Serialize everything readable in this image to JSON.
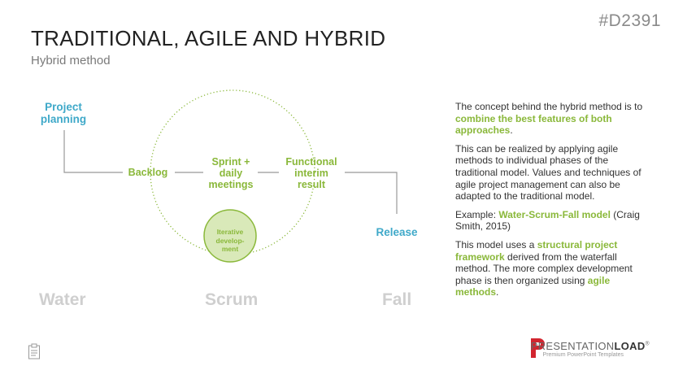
{
  "doc_id": "#D2391",
  "title": "TRADITIONAL, AGILE AND HYBRID",
  "subtitle": "Hybrid method",
  "diagram": {
    "project_planning": "Project\nplanning",
    "backlog": "Backlog",
    "sprint": "Sprint +\ndaily\nmeetings",
    "functional": "Functional\ninterim\nresult",
    "iterative": "Iterative\ndevelop-\nment",
    "release": "Release",
    "water": "Water",
    "scrum": "Scrum",
    "fall": "Fall"
  },
  "description": {
    "p1_a": "The concept behind the hybrid method is to ",
    "p1_hl": "combine the best features of both approaches",
    "p1_b": ".",
    "p2": "This can be realized by applying agile methods to individual phases of the traditional model. Values and techniques of agile project management can also be adapted to the traditional model.",
    "p3_a": "Example: ",
    "p3_hl": "Water-Scrum-Fall model",
    "p3_b": " (Craig Smith, 2015)",
    "p4_a": "This model uses a ",
    "p4_hl1": "structural project framework",
    "p4_b": " derived from the waterfall method. The more complex development phase is then organized using ",
    "p4_hl2": "agile methods",
    "p4_c": "."
  },
  "logo": {
    "brand_light": "PRESENTATION",
    "brand_bold": "LOAD",
    "reg": "®",
    "tagline": "Premium PowerPoint Templates"
  },
  "colors": {
    "blue": "#3fa9c9",
    "green": "#8ab83a",
    "red": "#d2252f",
    "gray": "#cfcfcf"
  }
}
